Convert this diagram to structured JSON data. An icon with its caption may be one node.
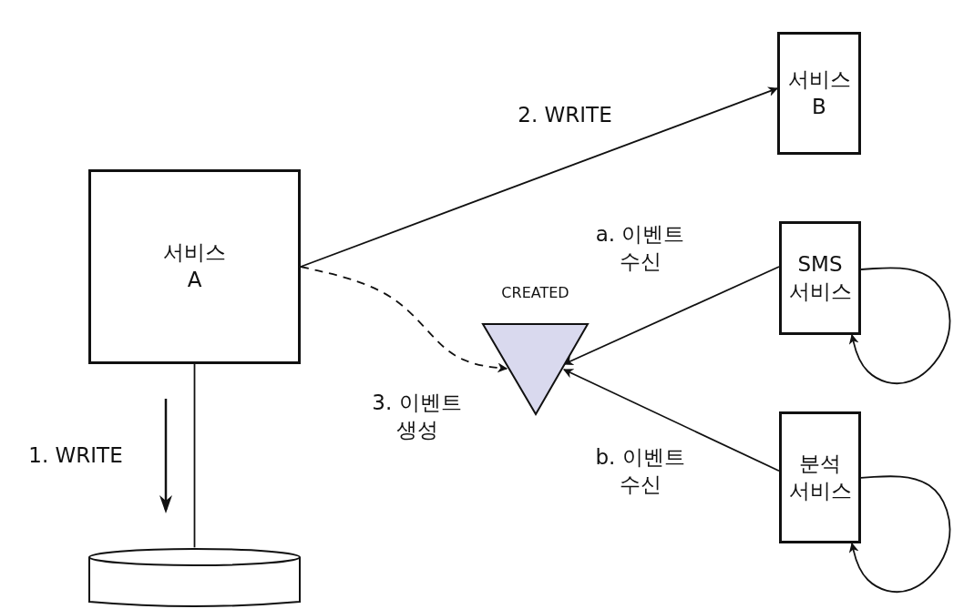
{
  "diagram": {
    "nodes": [
      {
        "text": [
          "서비스 A"
        ]
      },
      {
        "text": [
          "서비스 B"
        ]
      },
      {
        "text": [
          "CREATED"
        ]
      },
      {
        "text": [
          "SMS 서비스"
        ]
      },
      {
        "text": [
          "분석 서비스"
        ]
      },
      {
        "text": [],
        "shape": "cylinder"
      }
    ],
    "edges": [
      {
        "from": 0,
        "to": 1,
        "arrow": "to",
        "label": "2. WRITE"
      },
      {
        "from": 0,
        "to": 2,
        "arrow": "to",
        "style": "dashed",
        "label": "3. 이벤트 생성"
      },
      {
        "from": 3,
        "to": 2,
        "arrow": "to",
        "label": "a. 이벤트 수신"
      },
      {
        "from": 4,
        "to": 2,
        "arrow": "to",
        "label": "b. 이벤트 수신"
      },
      {
        "from": 3,
        "to": 3,
        "arrow": "to"
      },
      {
        "from": 4,
        "to": 4,
        "arrow": "to"
      },
      {
        "from": 0,
        "to": 5,
        "arrow": "none",
        "label": "1. WRITE"
      }
    ]
  }
}
